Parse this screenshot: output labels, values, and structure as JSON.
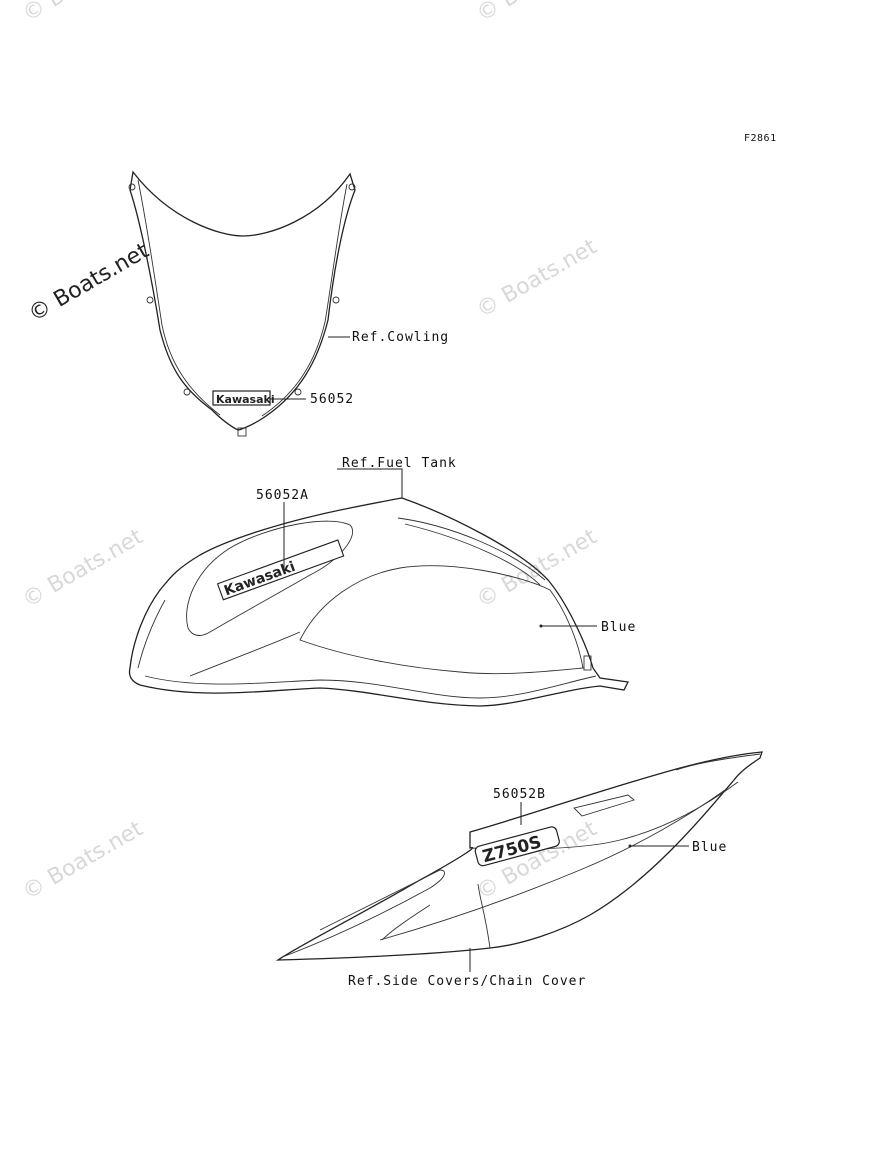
{
  "diagram": {
    "figure_code": "F2861",
    "labels": {
      "ref_cowling": "Ref.Cowling",
      "part_56052": "56052",
      "ref_fuel_tank": "Ref.Fuel Tank",
      "part_56052a": "56052A",
      "blue_tank": "Blue",
      "part_56052b": "56052B",
      "blue_side": "Blue",
      "ref_side_covers": "Ref.Side Covers/Chain Cover"
    },
    "decals": {
      "windshield_logo": "Kawasaki",
      "tank_logo": "Kawasaki",
      "side_logo": "Z750S"
    },
    "watermark": "© Boats.net"
  }
}
